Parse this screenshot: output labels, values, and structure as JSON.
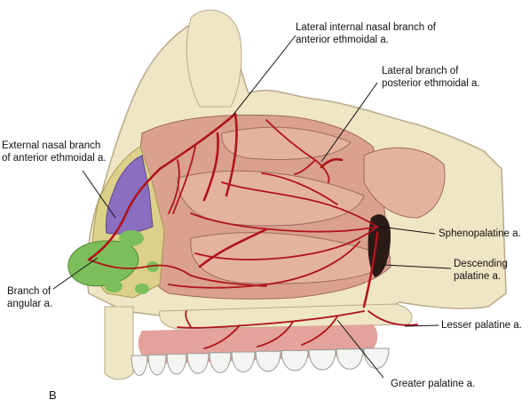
{
  "panel_letter": "B",
  "labels": {
    "lateral_internal": [
      "Lateral internal nasal branch of",
      "anterior ethmoidal a."
    ],
    "lateral_posterior": [
      "Lateral branch of",
      "posterior ethmoidal a."
    ],
    "external_nasal": [
      "External nasal branch",
      "of anterior ethmoidal a."
    ],
    "sphenopalatine": [
      "Sphenopalatine a."
    ],
    "descending_palatine": [
      "Descending",
      "palatine a."
    ],
    "branch_angular": [
      "Branch of",
      "angular a."
    ],
    "lesser_palatine": [
      "Lesser palatine a."
    ],
    "greater_palatine": [
      "Greater palatine a."
    ]
  },
  "colors": {
    "artery": "#b0141a",
    "bone": "#efe6c6",
    "bone_edge": "#b9a98a",
    "mucosa": "#d9a18e",
    "turbinate": "#e4b3a0",
    "purple_region": "#8a6fc0",
    "green_region": "#7cbf5a",
    "yellow_cartilage": "#dcd08a",
    "sinus_dark": "#2a1a18",
    "teeth": "#f4f4f2",
    "gums": "#e3a39c"
  }
}
